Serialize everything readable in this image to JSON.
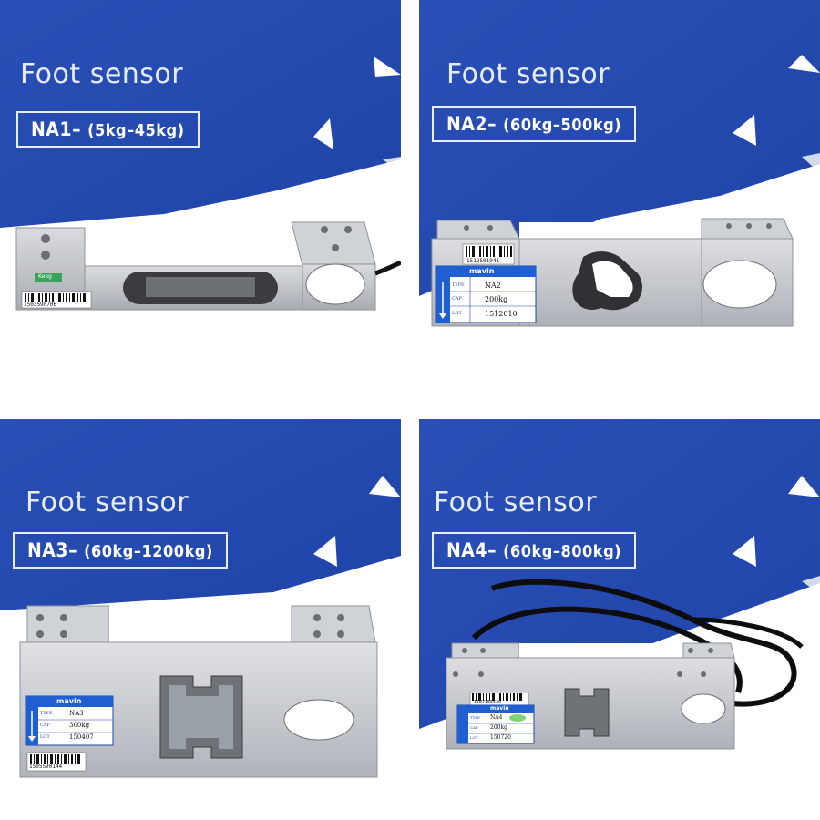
{
  "panels": [
    {
      "heading": "Foot sensor",
      "model": "NA1–",
      "range": "(5kg–45kg)",
      "barcode": "1503590706",
      "brand_tag": "Keeg"
    },
    {
      "heading": "Foot sensor",
      "model": "NA2–",
      "range": "(60kg–500kg)",
      "barcode": "1512501941",
      "brand": "mavin",
      "label": {
        "type_key": "TYPE",
        "type_val": "NA2",
        "cap_key": "CAP",
        "cap_val": "200kg",
        "lot_key": "LOT",
        "lot_val": "1512010"
      }
    },
    {
      "heading": "Foot sensor",
      "model": "NA3–",
      "range": "(60kg–1200kg)",
      "barcode": "1505590144",
      "brand": "mavin",
      "label": {
        "type_key": "TYPE",
        "type_val": "NA3",
        "cap_key": "CAP",
        "cap_val": "300kg",
        "lot_key": "LOT",
        "lot_val": "150407"
      }
    },
    {
      "heading": "Foot sensor",
      "model": "NA4–",
      "range": "(60kg–800kg)",
      "barcode": "1507155539",
      "brand": "mavin",
      "label": {
        "type_key": "TYPE",
        "type_val": "NA4",
        "cap_key": "CAP",
        "cap_val": "200kg",
        "lot_key": "LOT",
        "lot_val": "150720"
      }
    }
  ],
  "colors": {
    "blue": "#2b50b8",
    "blue_dark": "#1e3f9e",
    "metal": "#c9ccd1",
    "metal_dark": "#9fa3aa"
  }
}
